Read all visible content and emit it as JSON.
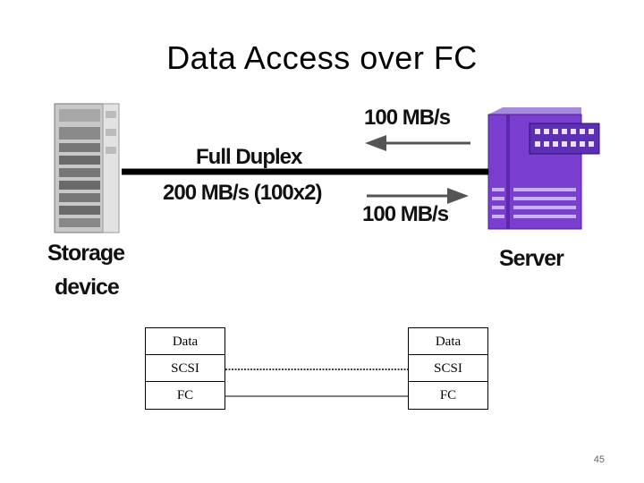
{
  "slide": {
    "title": "Data Access over FC",
    "page_number": "45"
  },
  "diagram": {
    "upper_rate": "100 MB/s",
    "link_label": "Full Duplex",
    "total_rate": "200 MB/s (100x2)",
    "lower_rate": "100 MB/s",
    "storage_label": [
      "Storage",
      "device"
    ],
    "server_label": "Server"
  },
  "protocol_stack": {
    "left": [
      "Data",
      "SCSI",
      "FC"
    ],
    "right": [
      "Data",
      "SCSI",
      "FC"
    ]
  },
  "colors": {
    "server": "#7a3fd0",
    "rack": "#9a9a9a",
    "link": "#000000",
    "arrow": "#555555"
  }
}
